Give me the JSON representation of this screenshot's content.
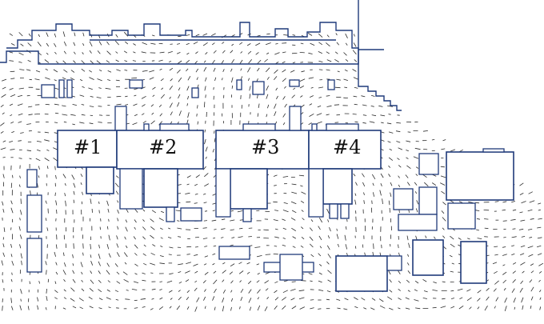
{
  "diagram": {
    "units": [
      {
        "label": "#1"
      },
      {
        "label": "#2"
      },
      {
        "label": "#3"
      },
      {
        "label": "#4"
      }
    ],
    "colors": {
      "structure": "#1f3a7a",
      "vectors": "#2b2b2b",
      "background": "#ffffff"
    }
  }
}
